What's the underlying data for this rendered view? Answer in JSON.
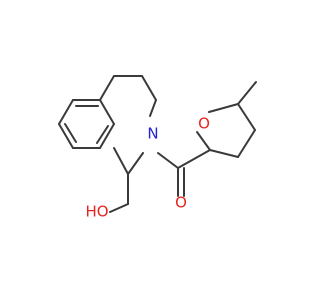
{
  "molecule": {
    "atoms": {
      "hydroxyl": {
        "label": "HO",
        "color": "#e8231f"
      },
      "nitrogen": {
        "label": "N",
        "color": "#2323d6"
      },
      "carbonyl_oxygen": {
        "label": "O",
        "color": "#e8231f"
      },
      "ring_oxygen": {
        "label": "O",
        "color": "#e8231f"
      }
    },
    "bond_color": "#3a3a3a"
  }
}
